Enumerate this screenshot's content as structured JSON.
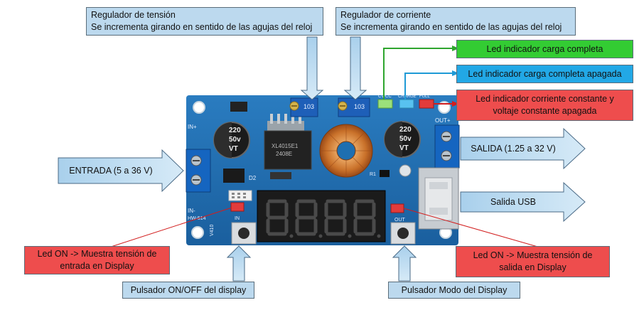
{
  "labels": {
    "regulador_tension": {
      "line1": "Regulador de tensión",
      "line2": "Se incrementa girando en sentido de las agujas del reloj"
    },
    "regulador_corriente": {
      "line1": "Regulador de corriente",
      "line2": "Se incrementa girando en sentido de las agujas del reloj"
    },
    "led_carga_completa": "Led indicador carga completa",
    "led_carga_apagada": "Led indicador carga completa apagada",
    "led_corriente_constante": {
      "line1": "Led indicador corriente constante y",
      "line2": "voltaje constante apagada"
    },
    "entrada": "ENTRADA (5 a 36 V)",
    "salida": "SALIDA (1.25 a 32 V)",
    "salida_usb": "Salida USB",
    "led_on_entrada": {
      "line1": "Led ON -> Muestra tensión de",
      "line2": "entrada en Display"
    },
    "led_on_salida": {
      "line1": "Led ON -> Muestra tensión de",
      "line2": "salida en Display"
    },
    "pulsador_onoff": "Pulsador ON/OFF del display",
    "pulsador_modo": "Pulsador Modo del Display"
  },
  "board": {
    "cap_left": [
      "220",
      "50v",
      "VT"
    ],
    "cap_right": [
      "220",
      "50v",
      "VT"
    ],
    "pot_code": "103",
    "chip_text": [
      "XL4015E1",
      "2408E"
    ],
    "in_plus": "IN+",
    "in_minus": "IN-",
    "out_plus": "OUT+",
    "out_label": "OUT",
    "in_label": "IN",
    "model": "V410",
    "ref": "HW-514",
    "led_labels": [
      "CV/CC",
      "CHARGE",
      "FULL"
    ],
    "d2": "D2",
    "r": "R1"
  },
  "colors": {
    "pcb": "#1f6fb0",
    "label_blue": "#bcd9ee",
    "label_green": "#33cc33",
    "label_cyan": "#22a8e6",
    "label_red": "#ee4d4d"
  }
}
